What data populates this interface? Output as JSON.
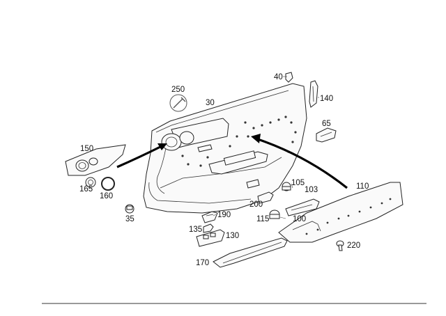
{
  "diagram": {
    "labels": {
      "p30": "30",
      "p35": "35",
      "p40": "40",
      "p65": "65",
      "p100": "100",
      "p103": "103",
      "p105": "105",
      "p110": "110",
      "p115": "115",
      "p130": "130",
      "p135": "135",
      "p140": "140",
      "p150": "150",
      "p160": "160",
      "p165": "165",
      "p170": "170",
      "p190": "190",
      "p200": "200",
      "p220": "220",
      "p250": "250"
    }
  }
}
